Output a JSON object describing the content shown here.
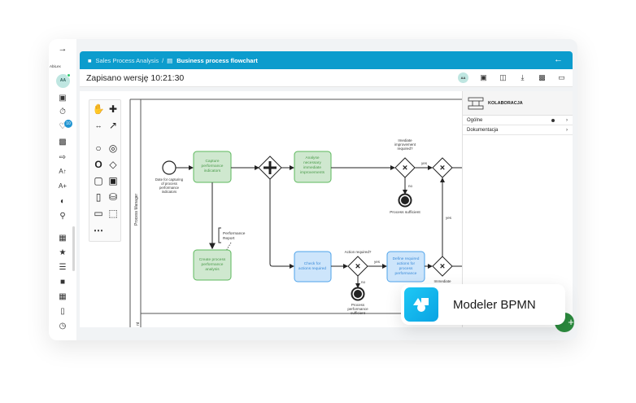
{
  "rail": {
    "collapse_icon": "arrow-right-icon",
    "brand": "AbiLex",
    "avatar_initials": "AA",
    "notification_count": "10",
    "icons": [
      "monitor-icon",
      "timer-icon",
      "bell-icon",
      "contact-icon",
      "export-icon",
      "font-increase-icon",
      "font-plus-icon",
      "contrast-icon",
      "search-icon",
      "dashboard-icon",
      "star-icon",
      "columns-icon",
      "briefcase-icon",
      "table-icon",
      "document-icon",
      "clock-icon"
    ]
  },
  "breadcrumb": {
    "project": "Sales Process Analysis",
    "separator": "/",
    "document": "Business process flowchart"
  },
  "header": {
    "saved_status": "Zapisano wersję 10:21:30",
    "avatar_initials": "AA"
  },
  "panel": {
    "title": "KOLABORACJA",
    "rows": [
      {
        "label": "Ogólne",
        "has_dot": true
      },
      {
        "label": "Dokumentacja",
        "has_dot": false
      }
    ]
  },
  "diagram": {
    "lane_label": "Process Manager",
    "start_event_label": "Date for capturing of process performance indicators",
    "tasks": {
      "capture": "Capture performance indicators",
      "analyse": "Analyse necessary immediate improvements",
      "create": "Create process performance analysis",
      "check": "Check for actions required",
      "define": "Define required actions for process performance"
    },
    "data_object_label": "Performance Report",
    "gateway_labels": {
      "immediate_q": "Imediate improvement required?",
      "action_q": "Action required?",
      "immediate": "Immediate"
    },
    "flow_labels": {
      "yes1": "yes",
      "no1": "no",
      "yes2": "yes",
      "no2": "no",
      "yes3": "yes"
    },
    "end_events": {
      "sufficient": "Process sufficient",
      "perf_sufficient": "Process performance sufficient"
    }
  },
  "badge": {
    "label": "Modeler BPMN"
  },
  "fab": {
    "label": "+"
  },
  "colors": {
    "topbar": "#0c9ccd",
    "green_fill": "#cfe8cf",
    "green_stroke": "#5cb85c",
    "blue_fill": "#cde5fb",
    "blue_stroke": "#4ea3ea",
    "fab": "#2b8a3e"
  }
}
